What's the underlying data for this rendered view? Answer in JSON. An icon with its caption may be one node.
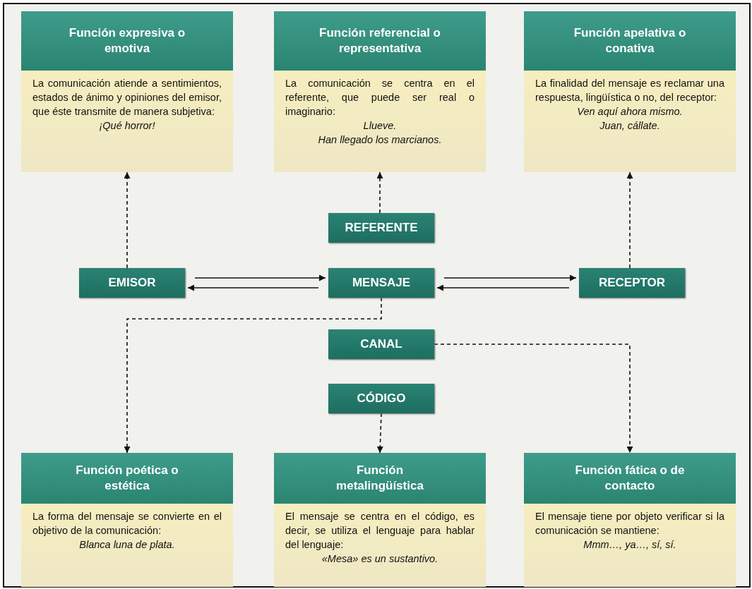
{
  "diagram": {
    "nodes": [
      {
        "text": [
          "Función expresiva o emotiva",
          "La comunicación atiende a sentimientos, estados de ánimo y opiniones del emisor, que éste transmite de manera subjetiva:",
          "¡Qué horror!"
        ]
      },
      {
        "text": [
          "Función referencial o representativa",
          "La comunicación se centra en el referente, que puede ser real o imaginario:",
          "Llueve.",
          "Han llegado los marcianos."
        ]
      },
      {
        "text": [
          "Función apelativa o conativa",
          "La finalidad del mensaje es reclamar una respuesta, lingüística o no, del receptor:",
          "Ven aquí ahora mismo.",
          "Juan, cállate."
        ]
      },
      {
        "text": [
          "REFERENTE"
        ]
      },
      {
        "text": [
          "EMISOR"
        ]
      },
      {
        "text": [
          "MENSAJE"
        ]
      },
      {
        "text": [
          "RECEPTOR"
        ]
      },
      {
        "text": [
          "CANAL"
        ]
      },
      {
        "text": [
          "CÓDIGO"
        ]
      },
      {
        "text": [
          "Función poética o estética",
          "La forma del mensaje se convierte en el objetivo de la comunicación:",
          "Blanca luna de plata."
        ]
      },
      {
        "text": [
          "Función metalingüística",
          "El mensaje se centra en el código, es decir, se utiliza el lenguaje para hablar del lenguaje:",
          "«Mesa» es un sustantivo."
        ]
      },
      {
        "text": [
          "Función fática o de contacto",
          "El mensaje tiene por objeto verificar si la comunicación se mantiene:",
          "Mmm…, ya…, sí, sí."
        ]
      }
    ],
    "edges": [
      {
        "from": 4,
        "to": 0,
        "arrow": "to",
        "style": "dashed"
      },
      {
        "from": 3,
        "to": 1,
        "arrow": "to",
        "style": "dashed"
      },
      {
        "from": 6,
        "to": 2,
        "arrow": "to",
        "style": "dashed"
      },
      {
        "from": 4,
        "to": 5,
        "arrow": "to"
      },
      {
        "from": 5,
        "to": 4,
        "arrow": "to"
      },
      {
        "from": 5,
        "to": 6,
        "arrow": "to"
      },
      {
        "from": 6,
        "to": 5,
        "arrow": "to"
      },
      {
        "from": 5,
        "to": 9,
        "arrow": "to",
        "style": "dashed"
      },
      {
        "from": 8,
        "to": 10,
        "arrow": "to",
        "style": "dashed"
      },
      {
        "from": 7,
        "to": 11,
        "arrow": "to",
        "style": "dashed"
      }
    ]
  }
}
